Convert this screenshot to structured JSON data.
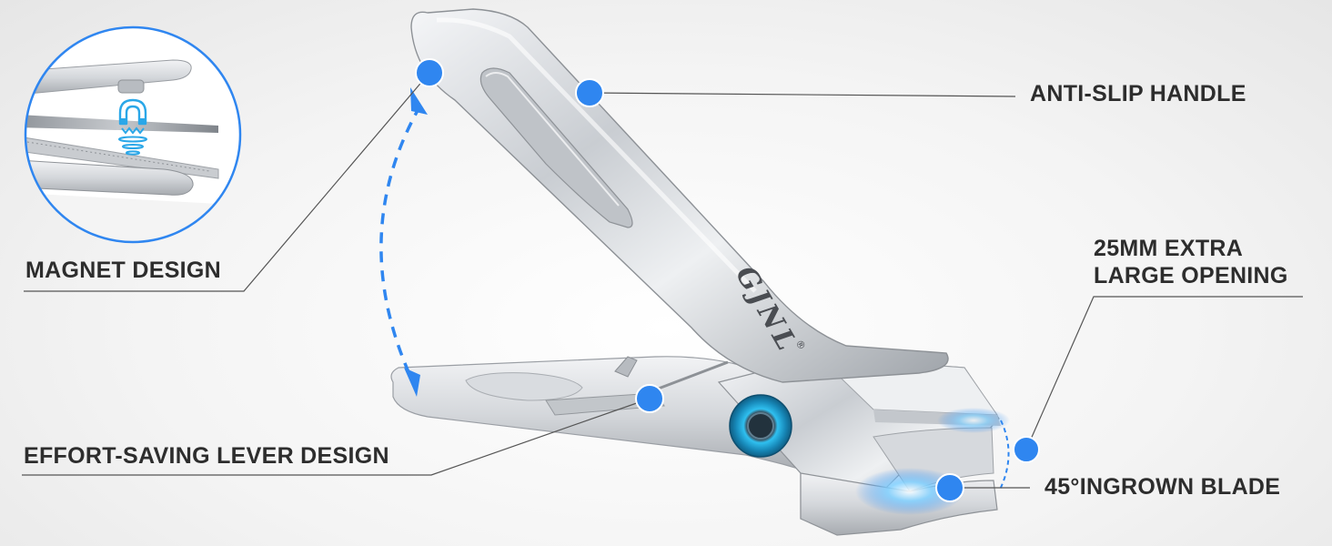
{
  "brand": {
    "logo_text": "GJNL",
    "registered_mark": "®"
  },
  "callouts": {
    "anti_slip_handle": "ANTI-SLIP HANDLE",
    "magnet_design": "MAGNET DESIGN",
    "opening_line1": "25MM EXTRA",
    "opening_line2": "LARGE OPENING",
    "lever_design": "EFFORT-SAVING LEVER DESIGN",
    "ingrown_blade": "45°INGROWN BLADE"
  },
  "colors": {
    "accent_dot": "#2f86f0",
    "arrow": "#2f86f0",
    "leader_line": "#555555",
    "label_text": "#2d2d2d",
    "pivot_ring": "#28b2e6"
  },
  "icons": {
    "magnet": "magnet-icon",
    "dot": "callout-dot"
  }
}
